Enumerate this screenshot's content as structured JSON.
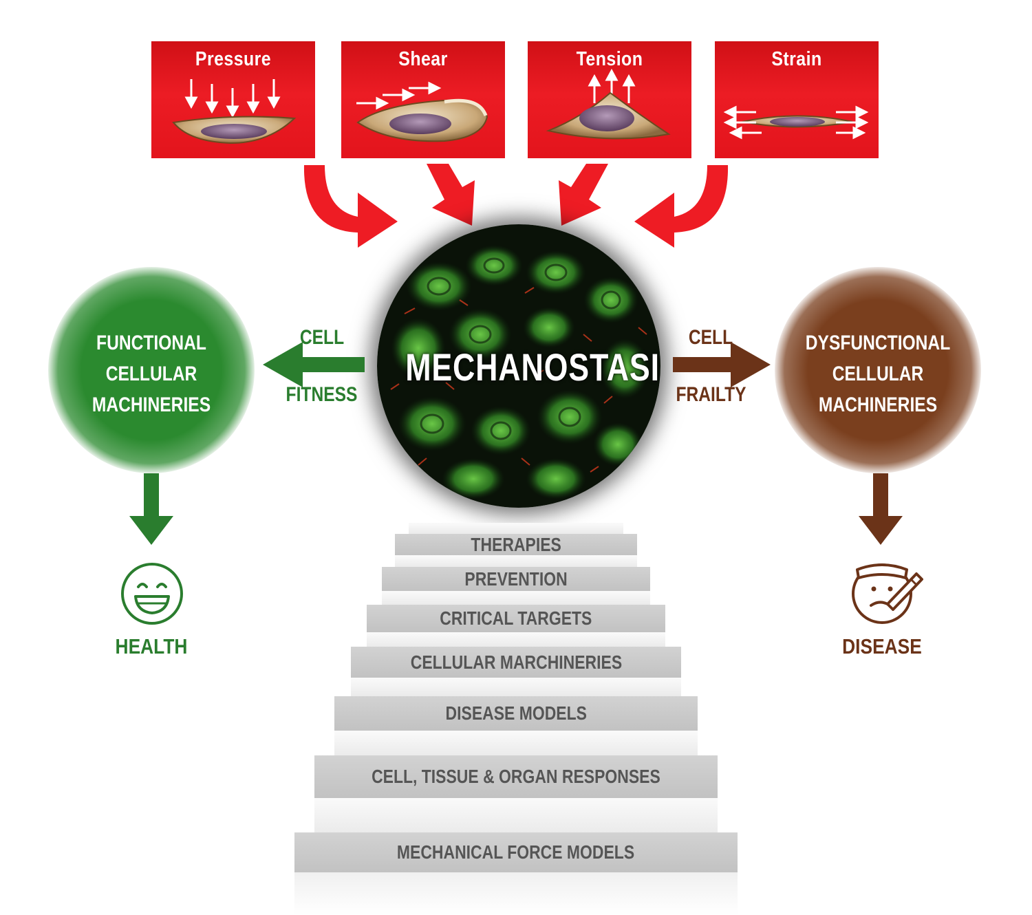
{
  "forces": [
    {
      "label": "Pressure",
      "icon": "pressure-icon"
    },
    {
      "label": "Shear",
      "icon": "shear-icon"
    },
    {
      "label": "Tension",
      "icon": "tension-icon"
    },
    {
      "label": "Strain",
      "icon": "strain-icon"
    }
  ],
  "center": {
    "title": "MECHANOSTASIS",
    "image": "cell-microscopy-image"
  },
  "left": {
    "circle_lines": [
      "FUNCTIONAL",
      "CELLULAR",
      "MACHINERIES"
    ],
    "arrow_top": "CELL",
    "arrow_bottom": "FITNESS",
    "outcome": "HEALTH",
    "outcome_icon": "smiling-face-icon"
  },
  "right": {
    "circle_lines": [
      "DYSFUNCTIONAL",
      "CELLULAR",
      "MACHINERIES"
    ],
    "arrow_top": "CELL",
    "arrow_bottom": "FRAILTY",
    "outcome": "DISEASE",
    "outcome_icon": "sick-face-icon"
  },
  "steps": [
    "THERAPIES",
    "PREVENTION",
    "CRITICAL TARGETS",
    "CELLULAR MARCHINERIES",
    "DISEASE MODELS",
    "CELL, TISSUE & ORGAN RESPONSES",
    "MECHANICAL FORCE MODELS"
  ],
  "colors": {
    "force_red": "#ec1c24",
    "health_green": "#2a7d2e",
    "disease_brown": "#6b3318",
    "step_gray": "#c8c8c8"
  }
}
